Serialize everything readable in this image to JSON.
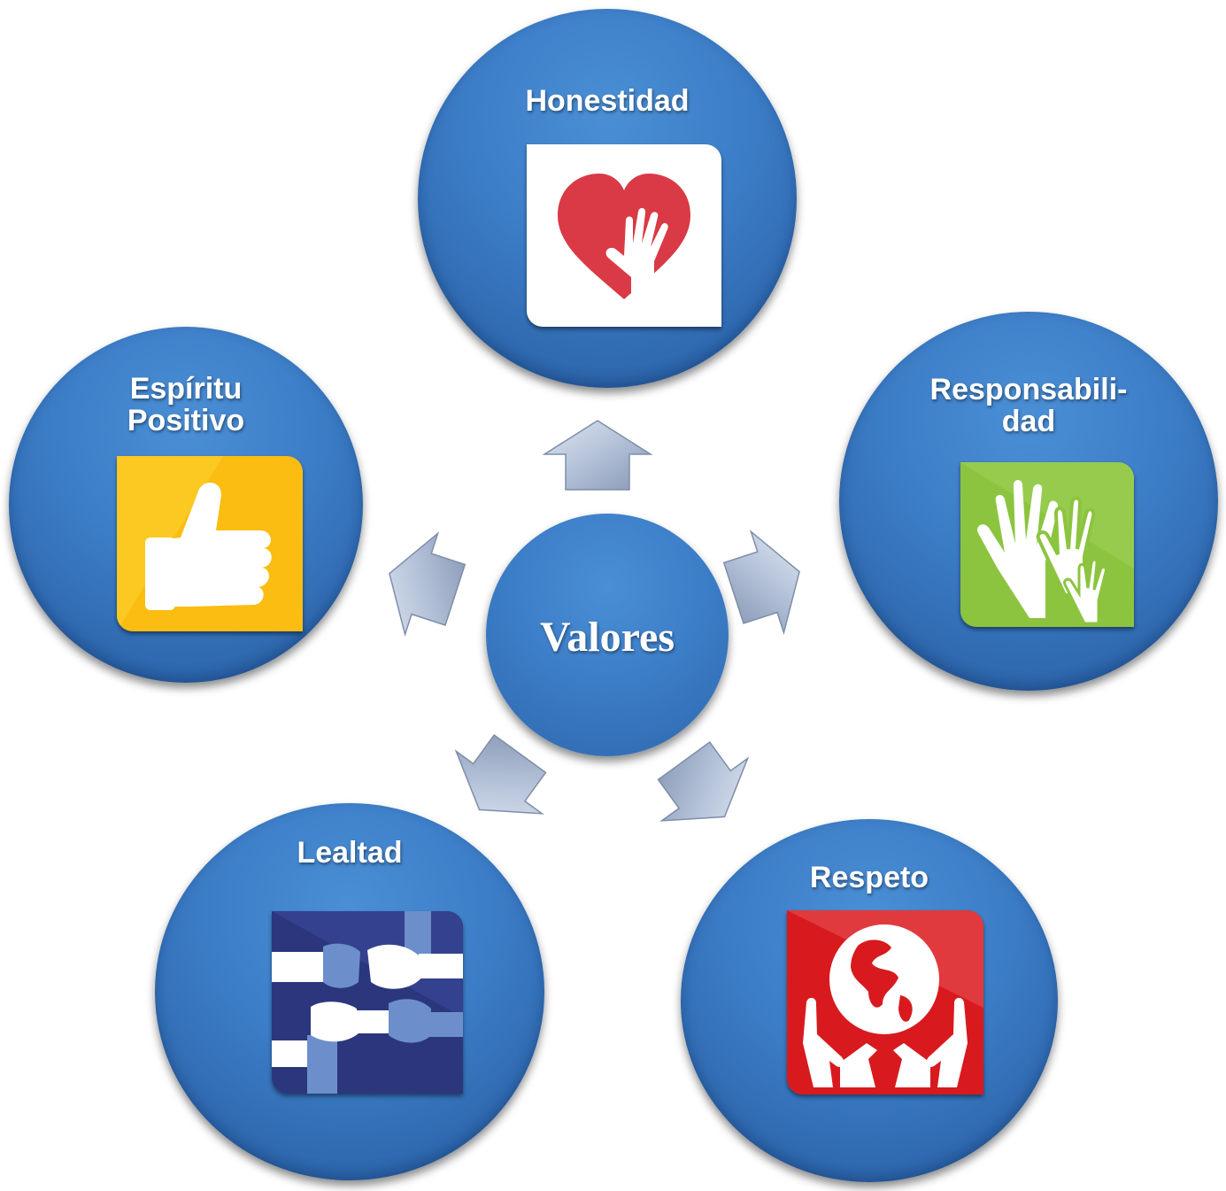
{
  "center": {
    "label": "Valores"
  },
  "values": [
    {
      "label": "Honestidad",
      "icon": "heart-hand-icon"
    },
    {
      "label": "Responsabili-\ndad",
      "icon": "hands-icon"
    },
    {
      "label": "Respeto",
      "icon": "globe-in-hands-icon"
    },
    {
      "label": "Lealtad",
      "icon": "joined-hands-icon"
    },
    {
      "label": "Espíritu\nPositivo",
      "icon": "thumbs-up-icon"
    }
  ],
  "colors": {
    "circle": "#3b7cc6",
    "arrow": "#b6c4da",
    "heart": "#d93a45",
    "green_tile": "#8cc440",
    "red_tile": "#d81a1f",
    "navy_tile": "#2b367d",
    "yellow_tile": "#fbbd12"
  }
}
